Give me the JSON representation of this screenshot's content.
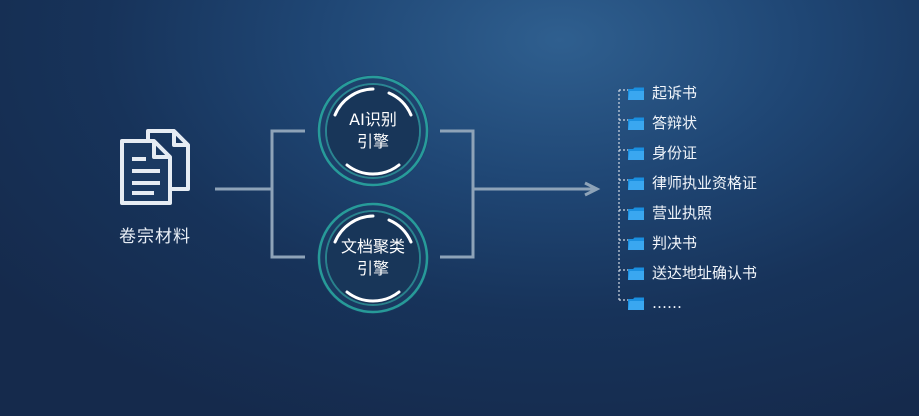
{
  "source": {
    "label": "卷宗材料",
    "icon": "document-stack-icon"
  },
  "engines": [
    {
      "line1": "AI识别",
      "line2": "引擎"
    },
    {
      "line1": "文档聚类",
      "line2": "引擎"
    }
  ],
  "outputs": [
    {
      "label": "起诉书",
      "icon": "folder-icon"
    },
    {
      "label": "答辩状",
      "icon": "folder-icon"
    },
    {
      "label": "身份证",
      "icon": "folder-icon"
    },
    {
      "label": "律师执业资格证",
      "icon": "folder-icon"
    },
    {
      "label": "营业执照",
      "icon": "folder-icon"
    },
    {
      "label": "判决书",
      "icon": "folder-icon"
    },
    {
      "label": "送达地址确认书",
      "icon": "folder-icon"
    },
    {
      "label": "……",
      "icon": "folder-icon"
    }
  ],
  "colors": {
    "line": "#8ea3b8",
    "ring_teal": "#2bb3a6",
    "folder_blue": "#1a8fe0"
  }
}
